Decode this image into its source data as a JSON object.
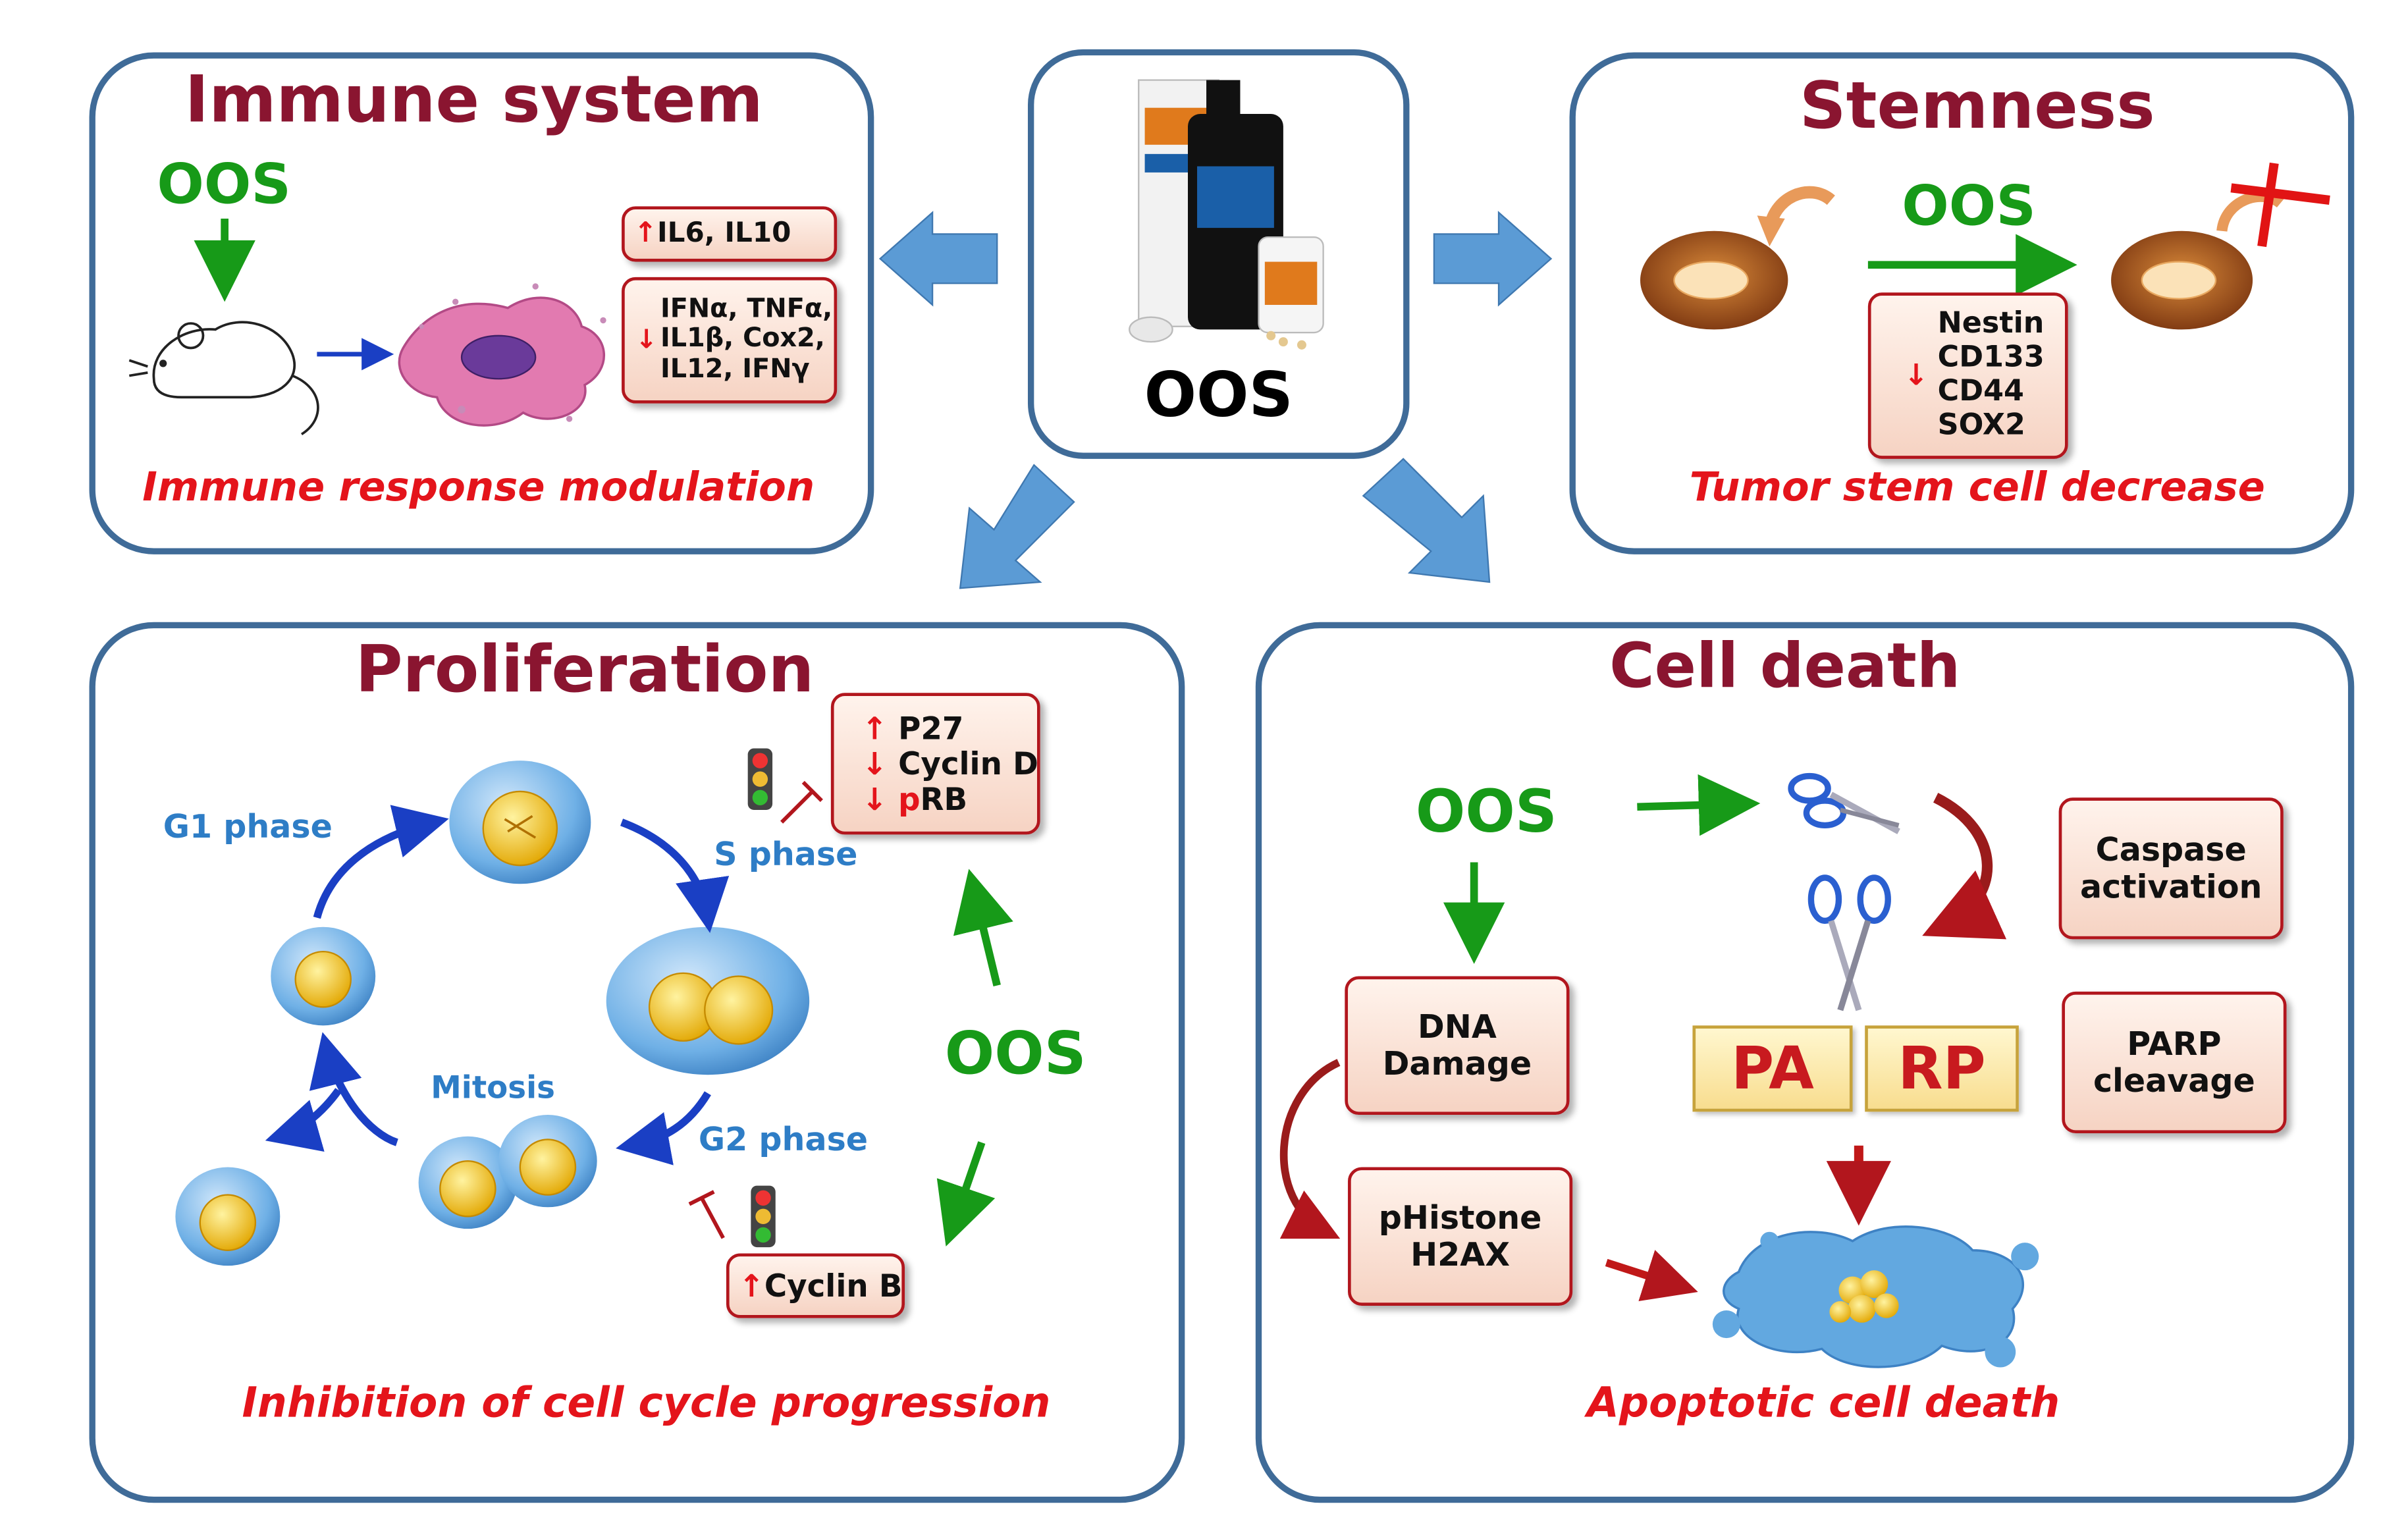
{
  "center": {
    "label": "OOS"
  },
  "immune": {
    "title": "Immune system",
    "oos": "OOS",
    "box_up": "IL6, IL10",
    "box_down": [
      "IFNα, TNFα,",
      "IL1β, Cox2,",
      "IL12, IFNγ"
    ],
    "caption": "Immune response modulation"
  },
  "stemness": {
    "title": "Stemness",
    "oos": "OOS",
    "markers": [
      "Nestin",
      "CD133",
      "CD44",
      "SOX2"
    ],
    "caption": "Tumor stem cell decrease"
  },
  "proliferation": {
    "title": "Proliferation",
    "phases": {
      "g1": "G1 phase",
      "s": "S phase",
      "g2": "G2 phase",
      "mitosis": "Mitosis"
    },
    "box_top": {
      "p27": "P27",
      "cyclin_d": "Cyclin D",
      "prb_p": "p",
      "prb_rest": "RB"
    },
    "box_bottom": "Cyclin B",
    "oos": "OOS",
    "caption": "Inhibition of cell cycle progression"
  },
  "cell_death": {
    "title": "Cell death",
    "oos": "OOS",
    "dna_damage": [
      "DNA",
      "Damage"
    ],
    "phistone": [
      "pHistone",
      "H2AX"
    ],
    "parp_left": "PA",
    "parp_right": "RP",
    "caspase": [
      "Caspase",
      "activation"
    ],
    "parp_cleavage": [
      "PARP",
      "cleavage"
    ],
    "caption": "Apoptotic cell death"
  },
  "colors": {
    "panel_border": "#3f6b98",
    "oos_green": "#179a18",
    "title_maroon": "#8a1530",
    "caption_red": "#e4141b",
    "phase_blue": "#2e7dc6",
    "arrow_blue": "#5b9bd5"
  }
}
